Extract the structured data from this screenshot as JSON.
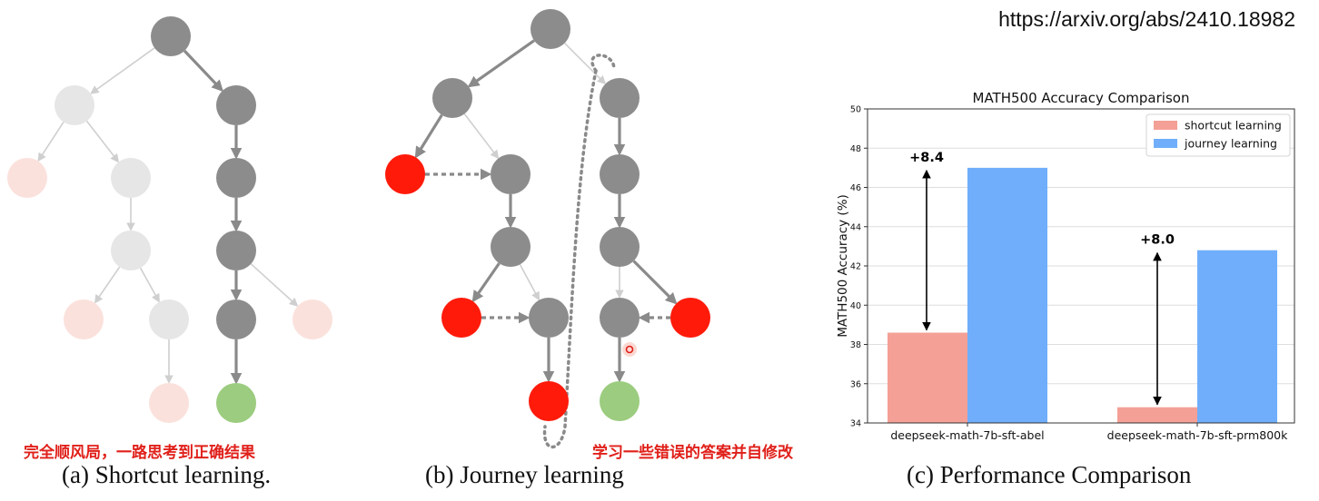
{
  "source_url": "https://arxiv.org/abs/2410.18982",
  "panel_a": {
    "caption": "(a) Shortcut learning.",
    "note": "完全顺风局，一路思考到正确结果"
  },
  "panel_b": {
    "caption": "(b) Journey learning",
    "note": "学习一些错误的答案并自修改"
  },
  "panel_c": {
    "caption": "(c) Performance Comparison"
  },
  "colors": {
    "node_active": "#8c8c8c",
    "node_faded": "#e6e6e6",
    "node_wrong": "#ff1a0a",
    "node_wrong_faded": "#fbe1dc",
    "node_correct": "#9ccc7f",
    "bar_shortcut": "#f4a096",
    "bar_journey": "#70aefb",
    "note_red": "#e0201a"
  },
  "chart_data": {
    "type": "bar",
    "title": "MATH500 Accuracy Comparison",
    "xlabel": "",
    "ylabel": "MATH500 Accuracy (%)",
    "categories": [
      "deepseek-math-7b-sft-abel",
      "deepseek-math-7b-sft-prm800k"
    ],
    "series": [
      {
        "name": "shortcut learning",
        "values": [
          38.6,
          34.8
        ],
        "color": "#f4a096"
      },
      {
        "name": "journey learning",
        "values": [
          47.0,
          42.8
        ],
        "color": "#70aefb"
      }
    ],
    "annotations": [
      "+8.4",
      "+8.0"
    ],
    "ylim": [
      34,
      50
    ],
    "yticks": [
      34,
      36,
      38,
      40,
      42,
      44,
      46,
      48,
      50
    ],
    "grid": true,
    "legend_position": "top-right"
  }
}
